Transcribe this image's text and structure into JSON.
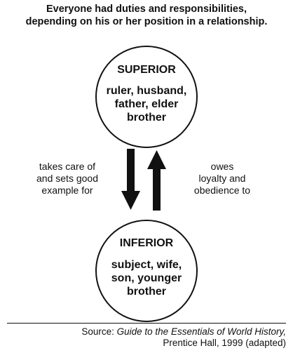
{
  "title": {
    "line1": "Everyone had duties and responsibilities,",
    "line2": "depending on his or her position in a relationship."
  },
  "superior": {
    "heading": "SUPERIOR",
    "lines": [
      "ruler, husband,",
      "father, elder",
      "brother"
    ]
  },
  "inferior": {
    "heading": "INFERIOR",
    "lines": [
      "subject, wife,",
      "son, younger",
      "brother"
    ]
  },
  "down_label": {
    "lines": [
      "takes care of",
      "and sets good",
      "example for"
    ]
  },
  "up_label": {
    "lines": [
      "owes",
      "loyalty and",
      "obedience to"
    ]
  },
  "source": {
    "prefix": "Source: ",
    "title": "Guide to the Essentials of World History,",
    "line2": "Prentice Hall, 1999 (adapted)"
  }
}
